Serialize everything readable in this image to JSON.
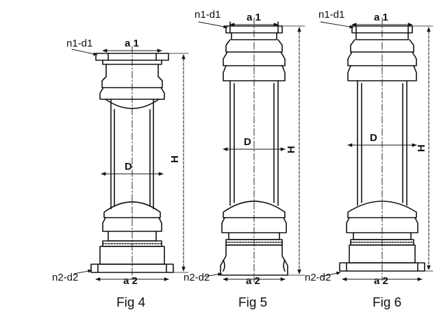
{
  "figures": [
    {
      "id": "fig4",
      "caption": "Fig 4",
      "top_flange": "a 1",
      "top_holes": "n1-d1",
      "diameter": "D",
      "height": "H",
      "bottom_flange": "a 2",
      "bottom_holes": "n2-d2"
    },
    {
      "id": "fig5",
      "caption": "Fig 5",
      "top_flange": "a 1",
      "top_holes": "n1-d1",
      "diameter": "D",
      "height": "H",
      "bottom_flange": "a 2",
      "bottom_holes": "n2-d2"
    },
    {
      "id": "fig6",
      "caption": "Fig 6",
      "top_flange": "a 1",
      "top_holes": "n1-d1",
      "diameter": "D",
      "height": "H",
      "bottom_flange": "a 2",
      "bottom_holes": "n2-d2"
    }
  ]
}
